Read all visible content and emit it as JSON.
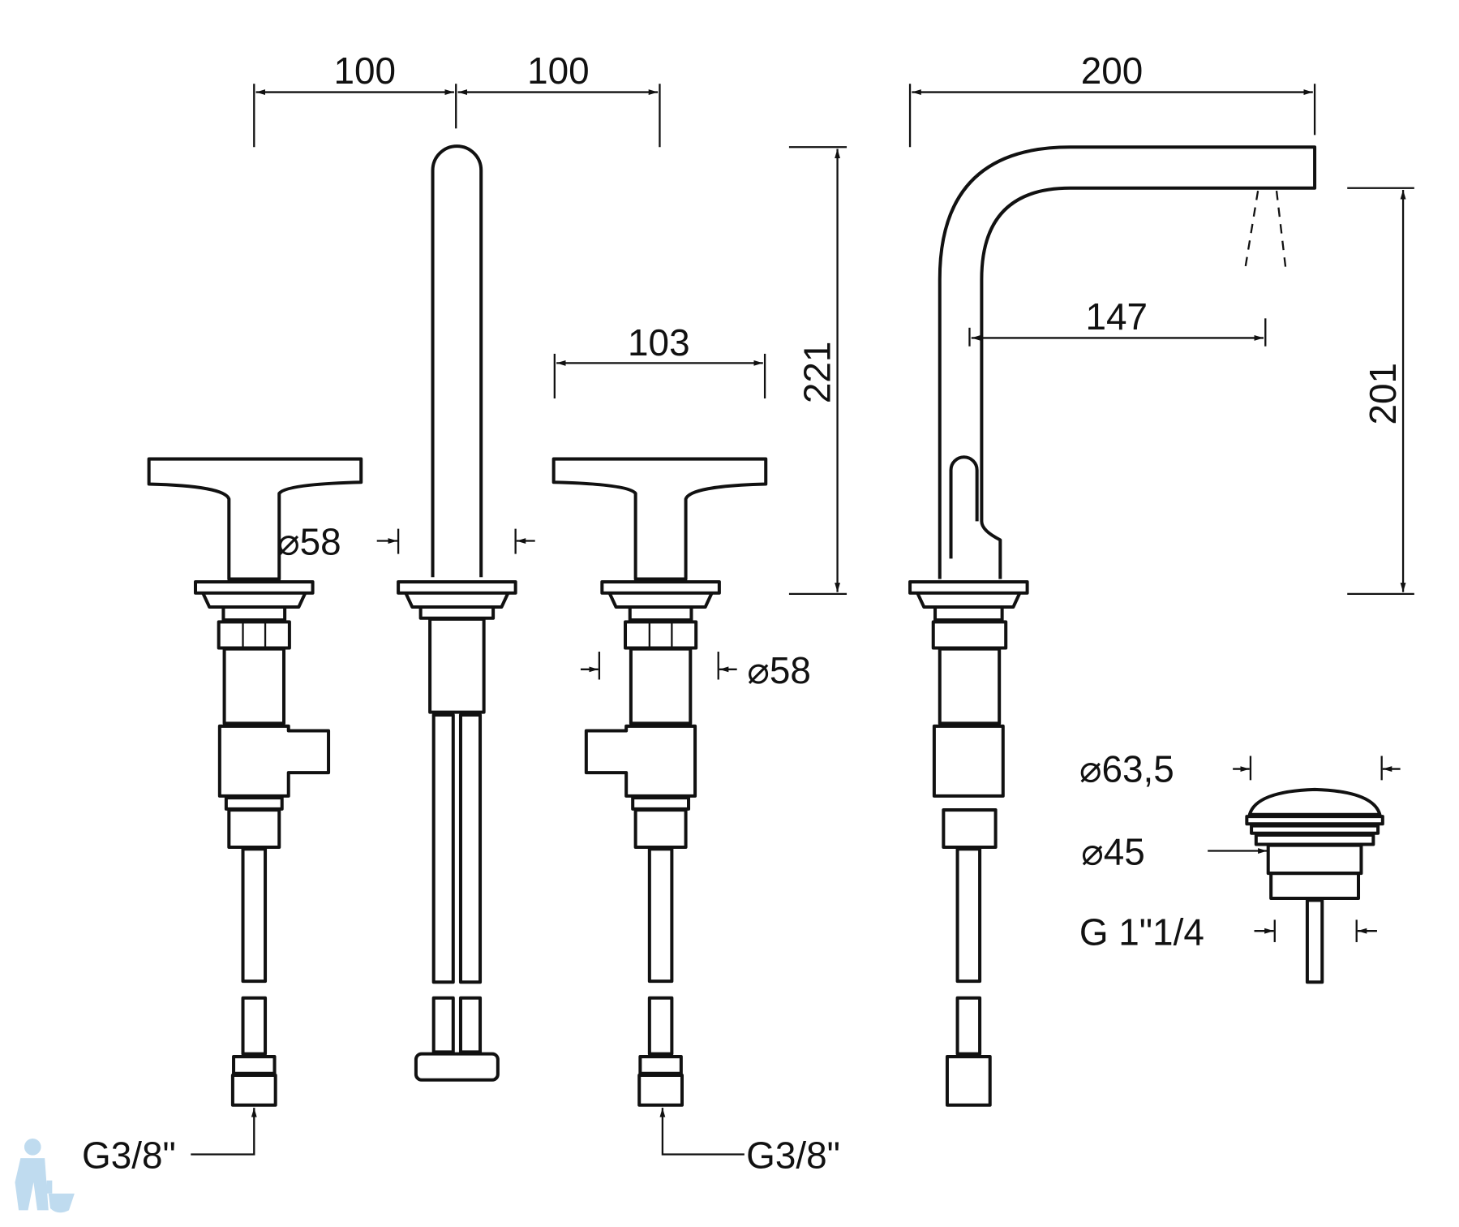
{
  "dimensions": {
    "left_spacing": "100",
    "right_spacing": "100",
    "spout_reach_total": "200",
    "spout_height": "221",
    "outlet_height": "201",
    "spout_reach": "147",
    "handle_width": "103",
    "handle_base_diameter_left": "⌀58",
    "handle_base_diameter_right": "⌀58",
    "drain_top_diameter": "⌀63,5",
    "drain_body_diameter": "⌀45",
    "drain_thread": "G 1\"1/4",
    "left_connection": "G3/8\"",
    "right_connection": "G3/8\""
  },
  "colors": {
    "line": "#111111",
    "logo": "#b9d8ee"
  }
}
